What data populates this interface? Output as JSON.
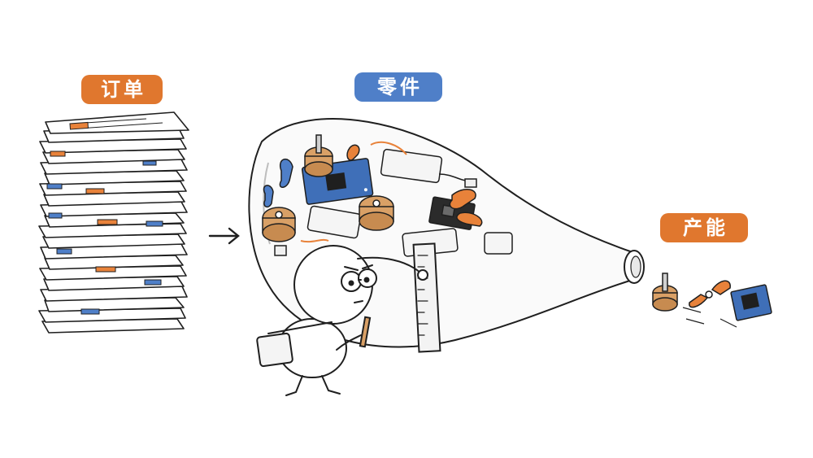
{
  "labels": {
    "orders": {
      "text": "订单",
      "color": "#E0772E"
    },
    "parts": {
      "text": "零件",
      "color": "#4F7FC8"
    },
    "capacity": {
      "text": "产能",
      "color": "#E0772E"
    }
  },
  "colors": {
    "ink": "#1f1f1f",
    "accent_orange": "#E8823A",
    "accent_blue": "#4F7FC8",
    "board_blue": "#3F6FB8",
    "wood": "#D9A066"
  }
}
